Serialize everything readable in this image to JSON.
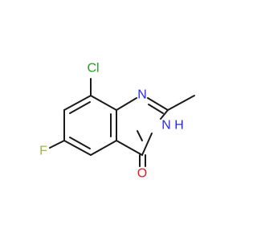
{
  "molecule": {
    "atoms": {
      "cl": {
        "symbol": "Cl",
        "color": "#22a022"
      },
      "f": {
        "symbol": "F",
        "color": "#99b84a"
      },
      "n1": {
        "symbol": "N",
        "color": "#2a2ae8"
      },
      "nh": {
        "symbol": "N",
        "hydrogen": "H",
        "color": "#2a2ae8"
      },
      "o": {
        "symbol": "O",
        "color": "#e02020"
      }
    },
    "bond_color": "#1a1a1a"
  }
}
